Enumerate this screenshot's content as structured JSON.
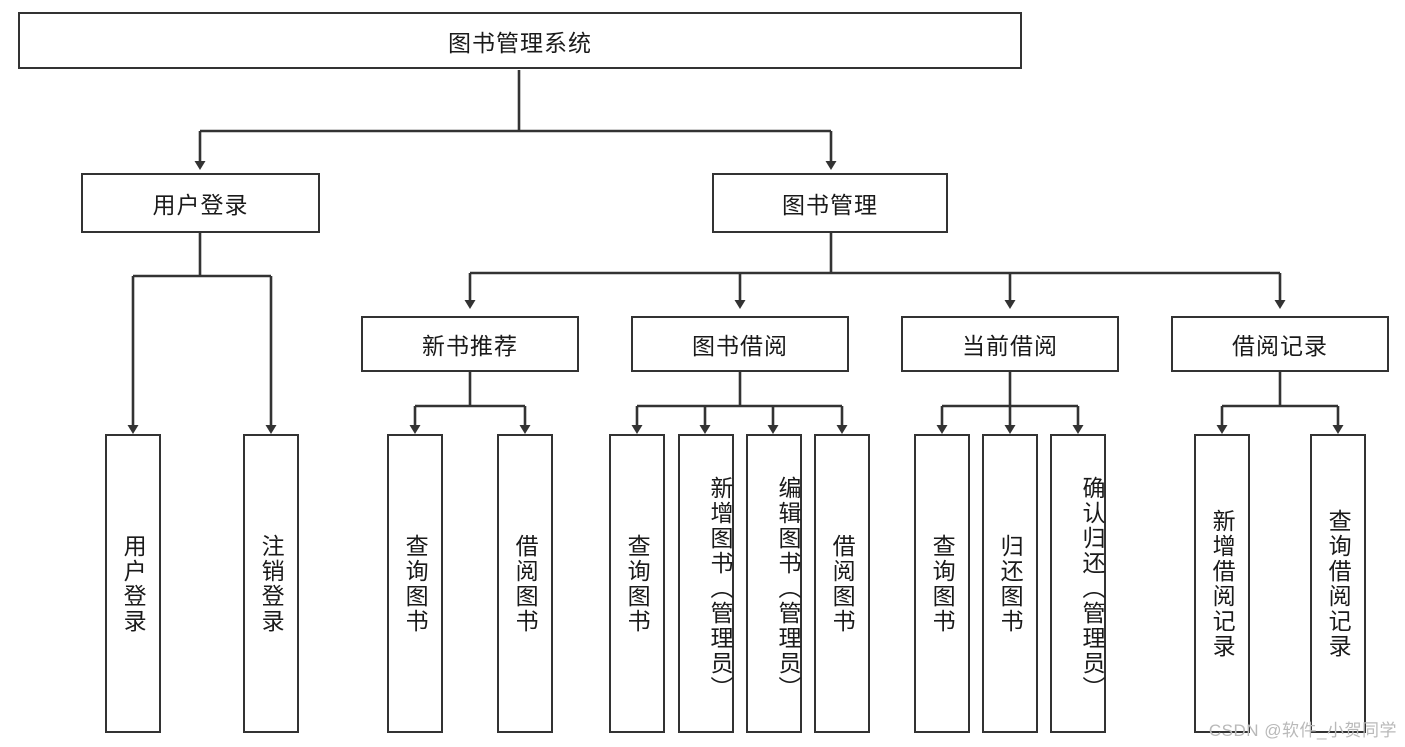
{
  "diagram": {
    "type": "tree",
    "title_node": "图书管理系统",
    "root": {
      "id": "root",
      "label": "图书管理系统",
      "orientation": "horizontal"
    },
    "level1": [
      {
        "id": "user-login",
        "label": "用户登录",
        "orientation": "horizontal"
      },
      {
        "id": "book-manage",
        "label": "图书管理",
        "orientation": "horizontal"
      }
    ],
    "level2": [
      {
        "id": "new-book-recommend",
        "label": "新书推荐",
        "orientation": "horizontal",
        "parent": "book-manage"
      },
      {
        "id": "book-borrow",
        "label": "图书借阅",
        "orientation": "horizontal",
        "parent": "book-manage"
      },
      {
        "id": "current-borrow",
        "label": "当前借阅",
        "orientation": "horizontal",
        "parent": "book-manage"
      },
      {
        "id": "borrow-record",
        "label": "借阅记录",
        "orientation": "horizontal",
        "parent": "book-manage"
      }
    ],
    "leaves": [
      {
        "id": "leaf-user-login",
        "label": "用户登录",
        "parent": "user-login",
        "orientation": "vertical"
      },
      {
        "id": "leaf-logout-login",
        "label": "注销登录",
        "parent": "user-login",
        "orientation": "vertical"
      },
      {
        "id": "leaf-query-book-1",
        "label": "查询图书",
        "parent": "new-book-recommend",
        "orientation": "vertical"
      },
      {
        "id": "leaf-borrow-book-1",
        "label": "借阅图书",
        "parent": "new-book-recommend",
        "orientation": "vertical"
      },
      {
        "id": "leaf-query-book-2",
        "label": "查询图书",
        "parent": "book-borrow",
        "orientation": "vertical"
      },
      {
        "id": "leaf-add-book",
        "label": "新增图书（管理员）",
        "parent": "book-borrow",
        "orientation": "vertical"
      },
      {
        "id": "leaf-edit-book",
        "label": "编辑图书（管理员）",
        "parent": "book-borrow",
        "orientation": "vertical"
      },
      {
        "id": "leaf-borrow-book-2",
        "label": "借阅图书",
        "parent": "book-borrow",
        "orientation": "vertical"
      },
      {
        "id": "leaf-query-book-3",
        "label": "查询图书",
        "parent": "current-borrow",
        "orientation": "vertical"
      },
      {
        "id": "leaf-return-book",
        "label": "归还图书",
        "parent": "current-borrow",
        "orientation": "vertical"
      },
      {
        "id": "leaf-confirm-return",
        "label": "确认归还（管理员）",
        "parent": "current-borrow",
        "orientation": "vertical"
      },
      {
        "id": "leaf-add-record",
        "label": "新增借阅记录",
        "parent": "borrow-record",
        "orientation": "vertical"
      },
      {
        "id": "leaf-query-record",
        "label": "查询借阅记录",
        "parent": "borrow-record",
        "orientation": "vertical"
      }
    ],
    "colors": {
      "stroke": "#333333",
      "fill": "#ffffff",
      "text": "#1a1a1a",
      "watermark": "#b9b9b9"
    }
  },
  "watermark": {
    "text": "CSDN @软件_小贺同学"
  }
}
